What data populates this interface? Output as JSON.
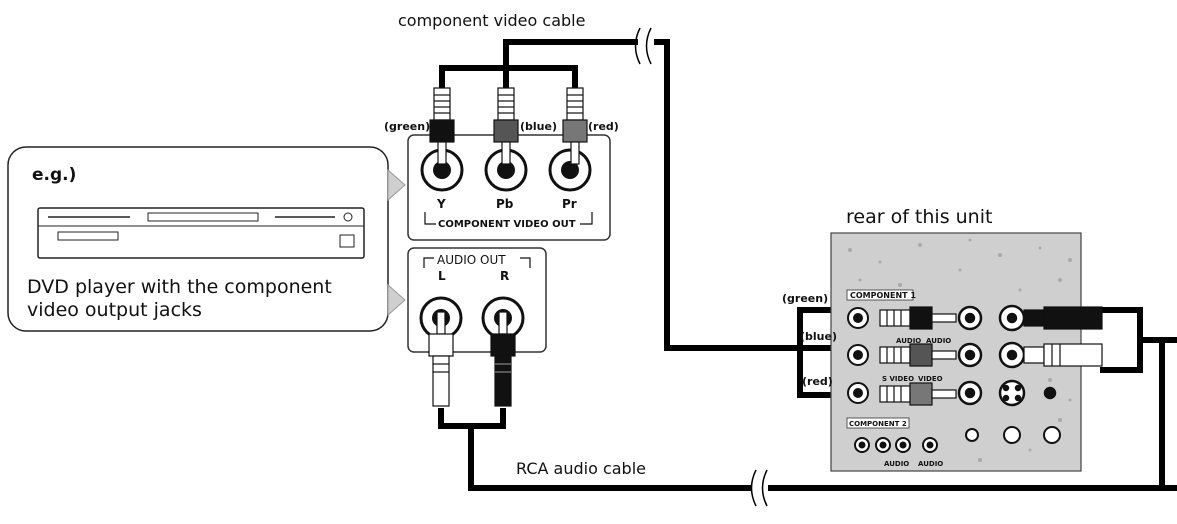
{
  "labels": {
    "video_cable": "component video cable",
    "audio_cable": "RCA audio cable",
    "rear_unit": "rear of this unit",
    "example": "e.g.)",
    "dvd_line1": "DVD player with the component",
    "dvd_line2": "video output jacks"
  },
  "component_out": {
    "title": "COMPONENT VIDEO OUT",
    "jacks": [
      "Y",
      "Pb",
      "Pr"
    ],
    "plug_colors": [
      "(green)",
      "(blue)",
      "(red)"
    ]
  },
  "audio_out": {
    "title": "AUDIO OUT",
    "jacks": [
      "L",
      "R"
    ]
  },
  "rear_panel": {
    "wire_labels": [
      "(green)",
      "(blue)",
      "(red)"
    ],
    "component1": "COMPONENT 1",
    "component2": "COMPONENT 2",
    "audio_l": "AUDIO",
    "audio_r": "AUDIO",
    "s_video": "S VIDEO",
    "video": "VIDEO",
    "audio_l2": "AUDIO",
    "audio_r2": "AUDIO"
  },
  "colors": {
    "cable": "#000000",
    "panel": "#cfcfcf",
    "line": "#111111"
  }
}
